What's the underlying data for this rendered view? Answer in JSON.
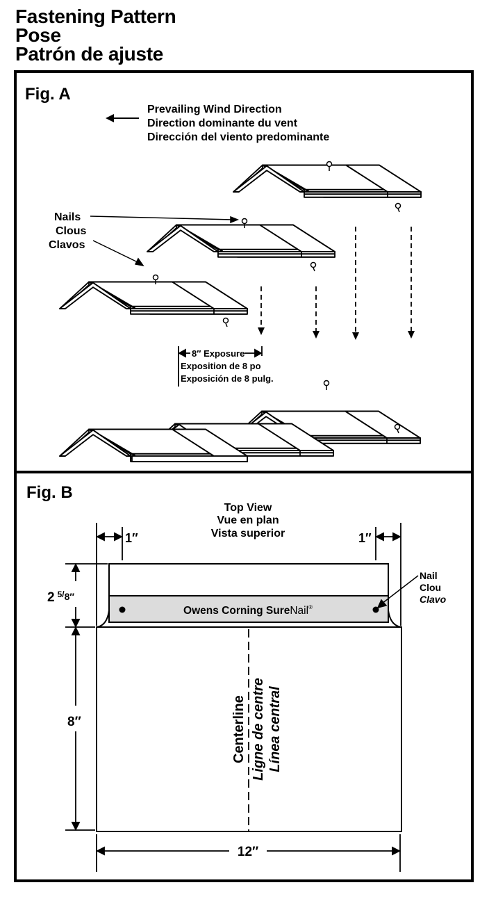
{
  "header": {
    "title_en": "Fastening Pattern",
    "title_fr": "Pose",
    "title_es": "Patrón de ajuste"
  },
  "fig_a": {
    "label": "Fig. A",
    "wind_direction": [
      "Prevailing Wind Direction",
      "Direction dominante du vent",
      "Dirección del viento predominante"
    ],
    "nails_label": [
      "Nails",
      "Clous",
      "Clavos"
    ],
    "exposure_label": [
      "8″ Exposure",
      "Exposition de 8 po",
      "Exposición de 8 pulg."
    ]
  },
  "fig_b": {
    "label": "Fig. B",
    "view_title": [
      "Top View",
      "Vue en plan",
      "Vista superior"
    ],
    "left_margin": "1″",
    "right_margin": "1″",
    "nail_label": [
      "Nail",
      "Clou",
      "Clavo"
    ],
    "nail_strip_brand": "Owens Corning",
    "nail_strip_product_bold": "Sure",
    "nail_strip_product": "Nail",
    "nail_strip_mark": "®",
    "upper_height_whole": "2",
    "upper_height_num": "5",
    "upper_height_den": "8″",
    "lower_height": "8″",
    "width": "12″",
    "centerline": [
      "Centerline",
      "Ligne de centre",
      "Línea central"
    ]
  },
  "colors": {
    "nail_strip_fill": "#dcdcdc",
    "ink": "#000000",
    "paper": "#ffffff"
  }
}
